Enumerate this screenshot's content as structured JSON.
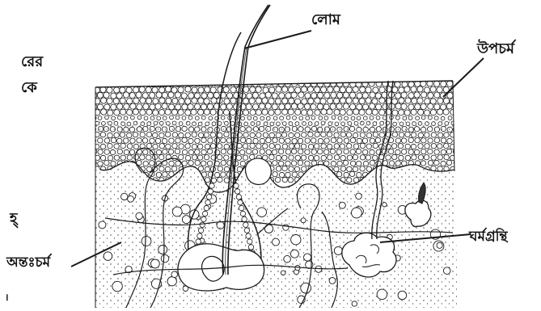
{
  "labels": {
    "hair": "লোম",
    "epidermis": "উপচর্ম",
    "sweat_gland": "ঘর্মগ্রন্থি",
    "dermis": "অন্তঃচর্ম"
  },
  "clipped_text": [
    "রের",
    "কে",
    "হ্",
    "।"
  ],
  "colors": {
    "ink": "#1a1a1a",
    "background": "#ffffff"
  }
}
